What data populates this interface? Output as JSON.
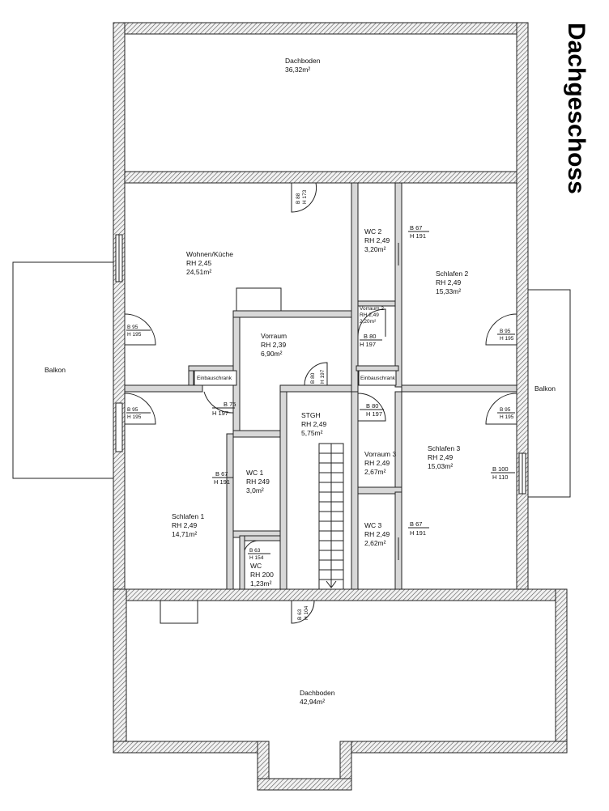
{
  "title": "Dachgeschoss",
  "rooms": {
    "dachboden_top": {
      "name": "Dachboden",
      "area": "36,32m²"
    },
    "wohnen": {
      "name": "Wohnen/Küche",
      "rh": "RH 2,45",
      "area": "24,51m²"
    },
    "wc2": {
      "name": "WC 2",
      "rh": "RH 2,49",
      "area": "3,20m²"
    },
    "schlafen2": {
      "name": "Schlafen 2",
      "rh": "RH 2,49",
      "area": "15,33m²"
    },
    "vorraum": {
      "name": "Vorraum",
      "rh": "RH 2,39",
      "area": "6,90m²"
    },
    "vorraum2": {
      "name": "Vorraum 2",
      "rh": "RH 2,49",
      "area": "2,20m²"
    },
    "stgh": {
      "name": "STGH",
      "rh": "RH 2,49",
      "area": "5,75m²"
    },
    "vorraum3": {
      "name": "Vorraum 3",
      "rh": "RH 2,49",
      "area": "2,67m²"
    },
    "schlafen3": {
      "name": "Schlafen 3",
      "rh": "RH 2,49",
      "area": "15,03m²"
    },
    "wc1": {
      "name": "WC 1",
      "rh": "RH 249",
      "area": "3,0m²"
    },
    "schlafen1": {
      "name": "Schlafen 1",
      "rh": "RH 2,49",
      "area": "14,71m²"
    },
    "wc3": {
      "name": "WC 3",
      "rh": "RH 2,49",
      "area": "2,62m²"
    },
    "wc_small": {
      "name": "WC",
      "rh": "RH 200",
      "area": "1,23m²"
    },
    "dachboden_bottom": {
      "name": "Dachboden",
      "area": "42,94m²"
    }
  },
  "balcony_left": "Balkon",
  "balcony_right": "Balkon",
  "cabinet_left": "Einbauschrank",
  "cabinet_right": "Einbauschrank",
  "doors": {
    "d_top": {
      "b": "B 88",
      "h": "H 173"
    },
    "d_wohnen_left": {
      "b": "B 95",
      "h": "H 195"
    },
    "d_schl1_left": {
      "b": "B 95",
      "h": "H 195"
    },
    "d_vorraum_left": {
      "b": "B 75",
      "h": "H 197"
    },
    "d_wc2": {
      "b": "B 67",
      "h": "H 191"
    },
    "d_schl2_right": {
      "b": "B 95",
      "h": "H 195"
    },
    "d_vr2": {
      "b": "B 80",
      "h": "H 197"
    },
    "d_stgh": {
      "b": "B 80",
      "h": "H 197"
    },
    "d_vr3": {
      "b": "B 80",
      "h": "H 197"
    },
    "d_schl3_right": {
      "b": "B 95",
      "h": "H 195"
    },
    "d_window": {
      "b": "B 100",
      "h": "H 110"
    },
    "d_wc1": {
      "b": "B 67",
      "h": "H 191"
    },
    "d_wcsmall": {
      "b": "B 63",
      "h": "H 154"
    },
    "d_wc3": {
      "b": "B 67",
      "h": "H 191"
    },
    "d_bottom": {
      "b": "B 63",
      "h": "H 104"
    }
  }
}
